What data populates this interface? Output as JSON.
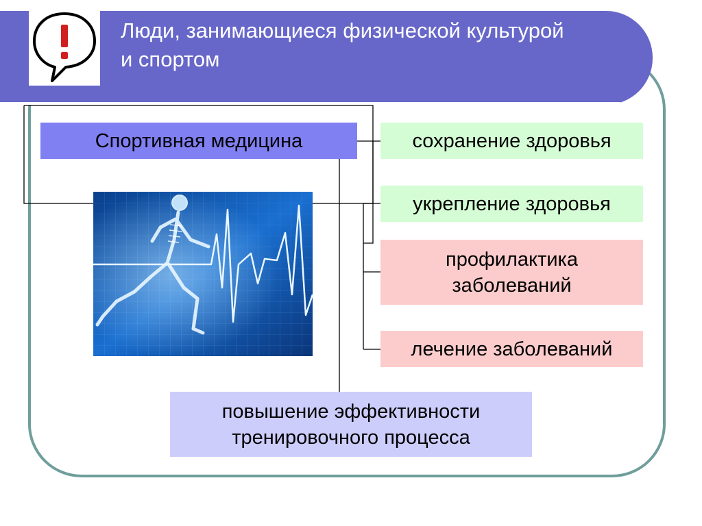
{
  "header": {
    "title_line_1": "Люди, занимающиеся физической культурой",
    "title_line_2": "и спортом",
    "icon": "exclamation-speech-bubble-icon",
    "bg_color": "#6767c9"
  },
  "diagram": {
    "root": {
      "label": "Спортивная медицина",
      "color": "#8080f2"
    },
    "branches": [
      {
        "label_line_1": "сохранение здоровья",
        "label_line_2": "",
        "color": "#d4fdd5"
      },
      {
        "label_line_1": "укрепление здоровья",
        "label_line_2": "",
        "color": "#d4fdd5"
      },
      {
        "label_line_1": "профилактика",
        "label_line_2": "заболеваний",
        "color": "#fccccc"
      },
      {
        "label_line_1": "лечение заболеваний",
        "label_line_2": "",
        "color": "#fccccc"
      }
    ],
    "bottom": {
      "label_line_1": "повышение эффективности",
      "label_line_2": "тренировочного процесса",
      "color": "#cdcdfc"
    }
  },
  "image": {
    "icon": "running-skeleton-ecg-image"
  },
  "frame_color": "#6f9e9b"
}
